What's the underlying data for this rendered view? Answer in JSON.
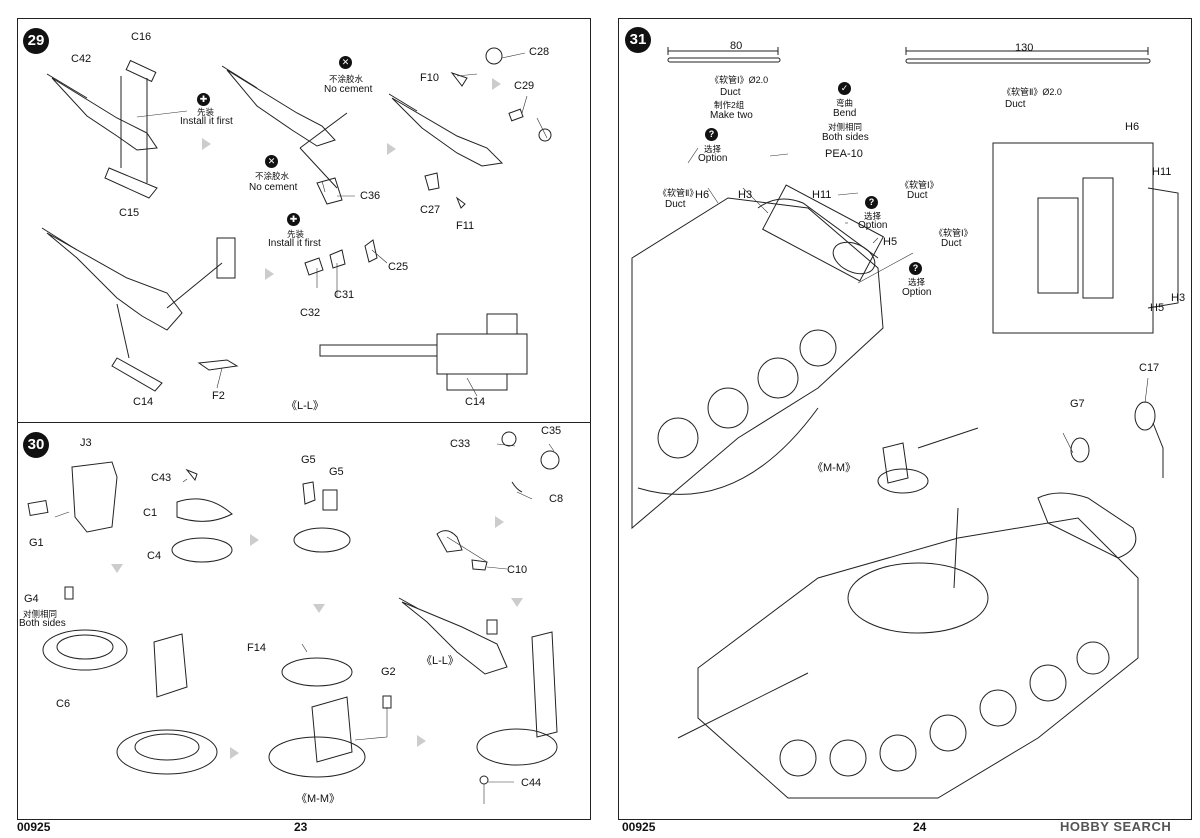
{
  "left_page": {
    "step29": {
      "number": "29",
      "labels": {
        "c16": "C16",
        "c42": "C42",
        "c15": "C15",
        "c36": "C36",
        "c28": "C28",
        "c29": "C29",
        "f10": "F10",
        "c27": "C27",
        "f11": "F11",
        "c25": "C25",
        "c31": "C31",
        "c32": "C32",
        "c14a": "C14",
        "f2": "F2",
        "c14b": "C14"
      },
      "install_first_zh": "先装",
      "install_first_en": "Install it first",
      "no_cement_zh": "不涂胶水",
      "no_cement_en": "No cement",
      "no_cement2_zh": "不涂胶水",
      "no_cement2_en": "No cement",
      "install_first2_zh": "先装",
      "install_first2_en": "Install it first",
      "view_ll": "《L-L》"
    },
    "step30": {
      "number": "30",
      "labels": {
        "j3": "J3",
        "g1": "G1",
        "c43": "C43",
        "c1": "C1",
        "c4": "C4",
        "g5a": "G5",
        "g5b": "G5",
        "c33": "C33",
        "c35": "C35",
        "c8": "C8",
        "c10": "C10",
        "g4": "G4",
        "c6": "C6",
        "f14": "F14",
        "g2": "G2",
        "c44": "C44"
      },
      "both_sides_zh": "对侧相同",
      "both_sides_en": "Both sides",
      "view_ll": "《L-L》",
      "view_mm": "《M-M》"
    },
    "footer_code": "00925",
    "footer_page": "23"
  },
  "right_page": {
    "step31": {
      "number": "31",
      "dim_80": "80",
      "dim_130": "130",
      "duct1_zh": "《软管Ⅰ》Ø2.0",
      "duct1_en": "Duct",
      "make_two_zh": "制作2组",
      "make_two_en": "Make two",
      "duct2_zh": "《软管Ⅱ》Ø2.0",
      "duct2_en": "Duct",
      "bend_zh": "弯曲",
      "bend_en": "Bend",
      "both_sides_zh": "对侧相同",
      "both_sides_en": "Both sides",
      "option1_zh": "选择",
      "option1_en": "Option",
      "pea10": "PEA-10",
      "duct_ii_zh": "《软管Ⅱ》",
      "duct_ii_en": "Duct",
      "h6": "H6",
      "h3": "H3",
      "h11": "H11",
      "h5": "H5",
      "duct_i_zh": "《软管Ⅰ》",
      "duct_i_en": "Duct",
      "option2_zh": "选择",
      "option2_en": "Option",
      "duct_i2_zh": "《软管Ⅰ》",
      "duct_i2_en": "Duct",
      "option3_zh": "选择",
      "option3_en": "Option",
      "inset_h6": "H6",
      "inset_h11": "H11",
      "inset_h3": "H3",
      "inset_h5": "H5",
      "g7": "G7",
      "c17": "C17",
      "view_mm": "《M-M》"
    },
    "footer_code": "00925",
    "footer_page": "24",
    "watermark": "HOBBY SEARCH"
  }
}
